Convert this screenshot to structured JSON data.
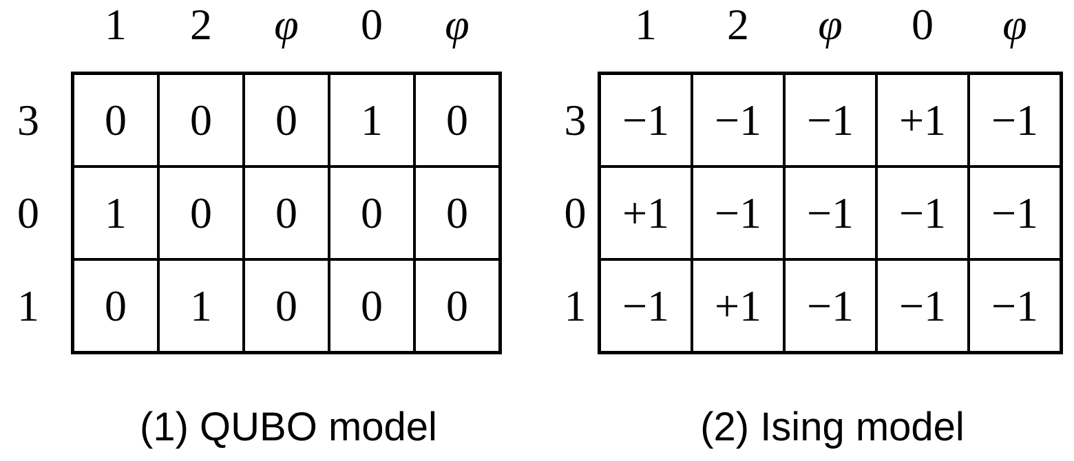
{
  "figure": {
    "colors": {
      "background": "#ffffff",
      "text": "#000000",
      "grid_border": "#000000"
    },
    "panels": [
      {
        "caption": "(1) QUBO model",
        "col_headers": [
          "1",
          "2",
          "φ",
          "0",
          "φ"
        ],
        "row_headers": [
          "3",
          "0",
          "1"
        ],
        "cells": [
          [
            "0",
            "0",
            "0",
            "1",
            "0"
          ],
          [
            "1",
            "0",
            "0",
            "0",
            "0"
          ],
          [
            "0",
            "1",
            "0",
            "0",
            "0"
          ]
        ]
      },
      {
        "caption": "(2) Ising model",
        "col_headers": [
          "1",
          "2",
          "φ",
          "0",
          "φ"
        ],
        "row_headers": [
          "3",
          "0",
          "1"
        ],
        "cells": [
          [
            "−1",
            "−1",
            "−1",
            "+1",
            "−1"
          ],
          [
            "+1",
            "−1",
            "−1",
            "−1",
            "−1"
          ],
          [
            "−1",
            "+1",
            "−1",
            "−1",
            "−1"
          ]
        ]
      }
    ]
  }
}
